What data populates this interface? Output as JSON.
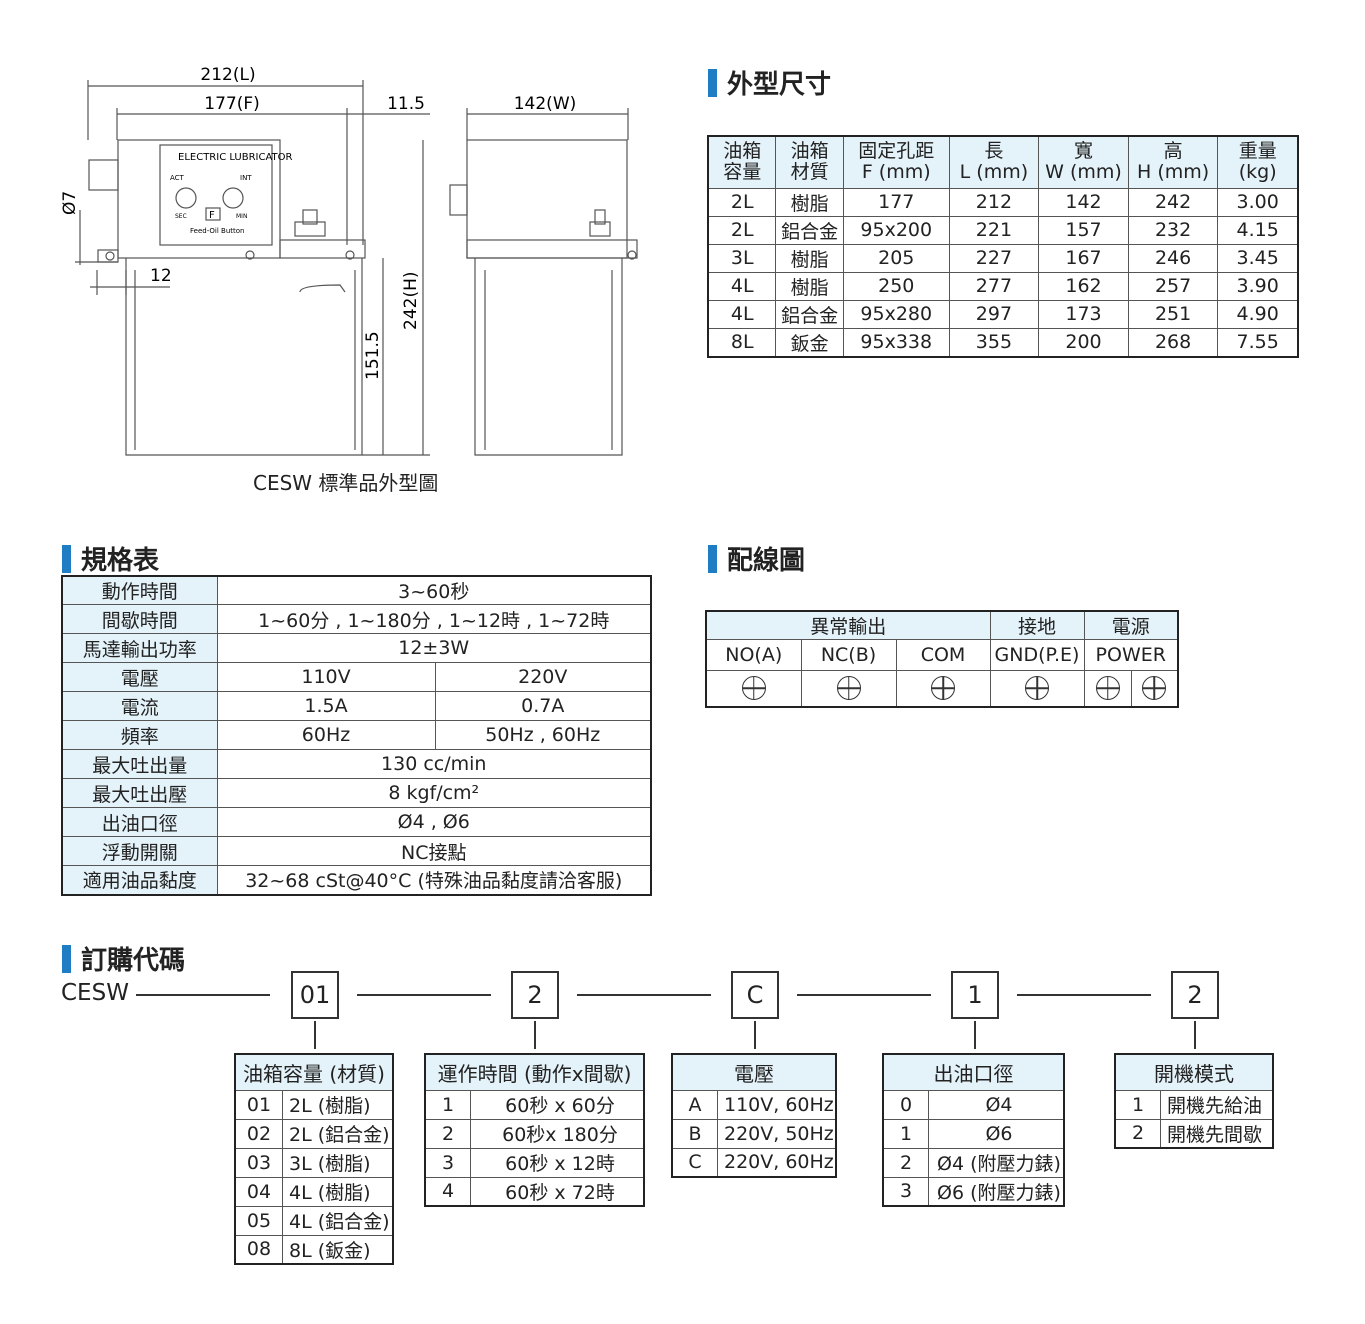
{
  "drawing": {
    "dim_L": "212(L)",
    "dim_F": "177(F)",
    "dim_11_5": "11.5",
    "dim_W": "142(W)",
    "dim_phi7": "Ø7",
    "dim_12": "12",
    "dim_151_5": "151.5",
    "dim_H": "242(H)",
    "panel_title": "ELECTRIC LUBRICATOR",
    "panel_act": "ACT",
    "panel_int": "INT",
    "panel_sec": "SEC",
    "panel_min": "MIN",
    "panel_f": "F",
    "panel_feed": "Feed-Oil Button",
    "caption": "CESW 標準品外型圖"
  },
  "dimensions": {
    "title": "外型尺寸",
    "headers": [
      [
        "油箱",
        "容量"
      ],
      [
        "油箱",
        "材質"
      ],
      [
        "固定孔距",
        "F (mm)"
      ],
      [
        "長",
        "L (mm)"
      ],
      [
        "寬",
        "W (mm)"
      ],
      [
        "高",
        "H (mm)"
      ],
      [
        "重量",
        "(kg)"
      ]
    ],
    "rows": [
      [
        "2L",
        "樹脂",
        "177",
        "212",
        "142",
        "242",
        "3.00"
      ],
      [
        "2L",
        "鋁合金",
        "95x200",
        "221",
        "157",
        "232",
        "4.15"
      ],
      [
        "3L",
        "樹脂",
        "205",
        "227",
        "167",
        "246",
        "3.45"
      ],
      [
        "4L",
        "樹脂",
        "250",
        "277",
        "162",
        "257",
        "3.90"
      ],
      [
        "4L",
        "鋁合金",
        "95x280",
        "297",
        "173",
        "251",
        "4.90"
      ],
      [
        "8L",
        "鈑金",
        "95x338",
        "355",
        "200",
        "268",
        "7.55"
      ]
    ]
  },
  "spec": {
    "title": "規格表",
    "action_time": {
      "label": "動作時間",
      "value": "3~60秒"
    },
    "interval_time": {
      "label": "間歇時間",
      "value": "1~60分 , 1~180分 , 1~12時 , 1~72時"
    },
    "motor_power": {
      "label": "馬達輸出功率",
      "value": "12±3W"
    },
    "voltage": {
      "label": "電壓",
      "v1": "110V",
      "v2": "220V"
    },
    "current": {
      "label": "電流",
      "v1": "1.5A",
      "v2": "0.7A"
    },
    "frequency": {
      "label": "頻率",
      "v1": "60Hz",
      "v2": "50Hz , 60Hz"
    },
    "max_flow": {
      "label": "最大吐出量",
      "value": "130 cc/min"
    },
    "max_pressure": {
      "label": "最大吐出壓",
      "value": "8 kgf/cm²"
    },
    "outlet": {
      "label": "出油口徑",
      "value": "Ø4 , Ø6"
    },
    "float_switch": {
      "label": "浮動開關",
      "value": "NC接點"
    },
    "viscosity": {
      "label": "適用油品黏度",
      "value": "32~68 cSt@40°C (特殊油品黏度請洽客服)"
    }
  },
  "wiring": {
    "title": "配線圖",
    "group_abnormal": "異常輸出",
    "group_ground": "接地",
    "group_power": "電源",
    "cols": [
      "NO(A)",
      "NC(B)",
      "COM",
      "GND(P.E)",
      "POWER"
    ]
  },
  "order": {
    "title": "訂購代碼",
    "prefix": "CESW",
    "codes": [
      "01",
      "2",
      "C",
      "1",
      "2"
    ],
    "tank": {
      "header": "油箱容量 (材質)",
      "rows": [
        [
          "01",
          "2L (樹脂)"
        ],
        [
          "02",
          "2L (鋁合金)"
        ],
        [
          "03",
          "3L (樹脂)"
        ],
        [
          "04",
          "4L (樹脂)"
        ],
        [
          "05",
          "4L (鋁合金)"
        ],
        [
          "08",
          "8L (鈑金)"
        ]
      ]
    },
    "time": {
      "header": "運作時間 (動作x間歇)",
      "rows": [
        [
          "1",
          "60秒 x 60分"
        ],
        [
          "2",
          "60秒x 180分"
        ],
        [
          "3",
          "60秒 x 12時"
        ],
        [
          "4",
          "60秒 x 72時"
        ]
      ]
    },
    "voltage": {
      "header": "電壓",
      "rows": [
        [
          "A",
          "110V, 60Hz"
        ],
        [
          "B",
          "220V, 50Hz"
        ],
        [
          "C",
          "220V, 60Hz"
        ]
      ]
    },
    "outlet": {
      "header": "出油口徑",
      "rows": [
        [
          "0",
          "Ø4"
        ],
        [
          "1",
          "Ø6"
        ],
        [
          "2",
          "Ø4 (附壓力錶)"
        ],
        [
          "3",
          "Ø6 (附壓力錶)"
        ]
      ]
    },
    "startup": {
      "header": "開機模式",
      "rows": [
        [
          "1",
          "開機先給油"
        ],
        [
          "2",
          "開機先間歇"
        ]
      ]
    }
  }
}
